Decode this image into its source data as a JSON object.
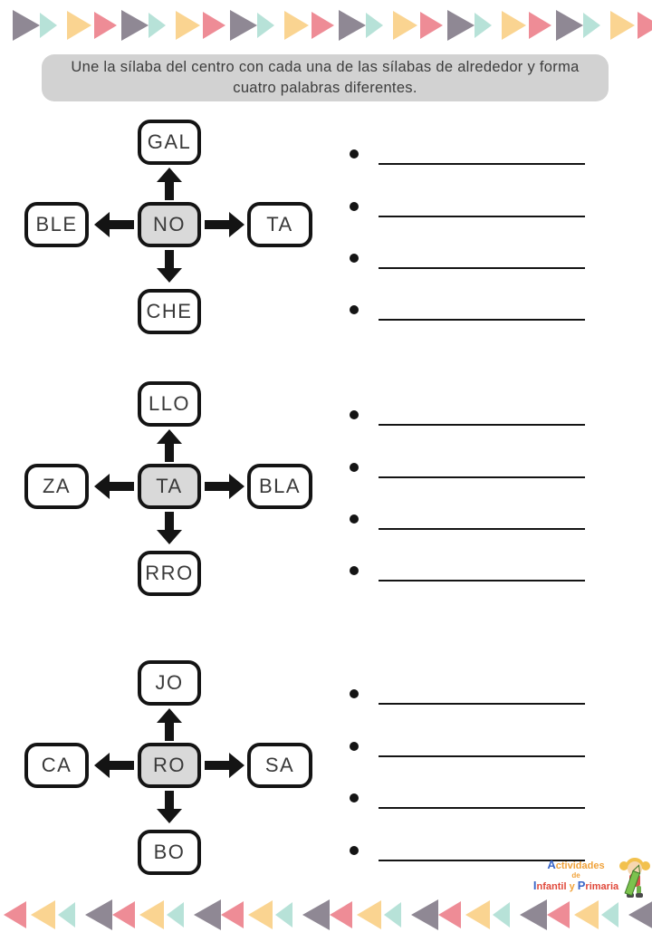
{
  "instruction": "Une la sílaba del centro con cada una de las sílabas de alrededor y forma cuatro palabras diferentes.",
  "puzzles": [
    {
      "top": "GAL",
      "left": "BLE",
      "center": "NO",
      "right": "TA",
      "bottom": "CHE",
      "blanks": 4
    },
    {
      "top": "LLO",
      "left": "ZA",
      "center": "TA",
      "right": "BLA",
      "bottom": "RRO",
      "blanks": 4
    },
    {
      "top": "JO",
      "left": "CA",
      "center": "RO",
      "right": "SA",
      "bottom": "BO",
      "blanks": 4
    }
  ],
  "colors": {
    "ink": "#141414",
    "center_box_fill": "#d9d9d9",
    "banner_bg": "#d2d2d2"
  },
  "border_decoration": {
    "palette": {
      "gray": "#8f8894",
      "mint": "#b7e2d8",
      "yellow": "#fad491",
      "pink": "#ee8c96"
    },
    "top_order": [
      "gray",
      "mint",
      "yellow",
      "pink"
    ],
    "bottom_order": [
      "pink",
      "yellow",
      "mint",
      "gray"
    ],
    "count": 24
  },
  "logo": {
    "word1_initial": "A",
    "word1_rest": "ctividades",
    "word2": "de",
    "word3_initial": "I",
    "word3_rest": "nfantil",
    "word4": "y",
    "word5_initial": "P",
    "word5_rest": "rimaria",
    "colors": {
      "blue": "#3a66c8",
      "orange": "#f0a23a",
      "red": "#e0483a"
    }
  }
}
